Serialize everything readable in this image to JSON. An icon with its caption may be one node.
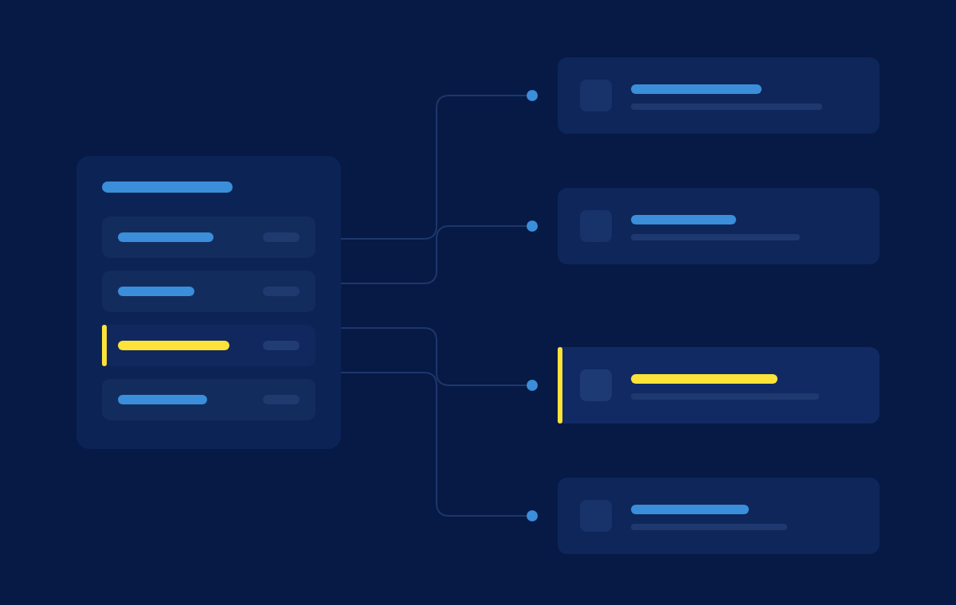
{
  "diagram": {
    "nodes": [
      {
        "text": [],
        "shape": "box"
      },
      {
        "text": [],
        "shape": "box",
        "in": 0
      },
      {
        "text": [],
        "shape": "box",
        "in": 0
      },
      {
        "text": [],
        "shape": "box",
        "in": 0
      },
      {
        "text": [],
        "shape": "box",
        "in": 0
      },
      {
        "text": [],
        "shape": "circle"
      },
      {
        "text": [],
        "shape": "circle"
      },
      {
        "text": [],
        "shape": "circle"
      },
      {
        "text": [],
        "shape": "circle"
      },
      {
        "text": [],
        "shape": "box"
      },
      {
        "text": [],
        "shape": "box"
      },
      {
        "text": [],
        "shape": "box"
      },
      {
        "text": [],
        "shape": "box"
      }
    ],
    "edges": [
      {
        "from": 0,
        "to": 5,
        "arrow": "none"
      },
      {
        "from": 0,
        "to": 6,
        "arrow": "none"
      },
      {
        "from": 0,
        "to": 7,
        "arrow": "none"
      },
      {
        "from": 0,
        "to": 8,
        "arrow": "none"
      }
    ]
  }
}
